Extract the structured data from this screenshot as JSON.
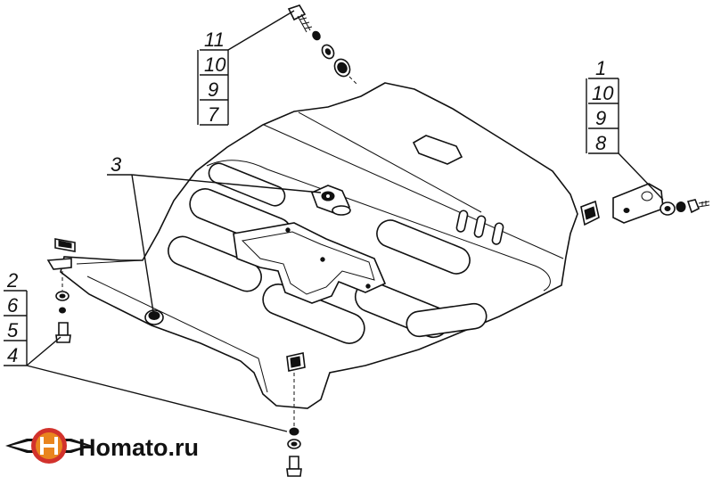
{
  "callouts": {
    "top_left": [
      "11",
      "10",
      "9",
      "7"
    ],
    "right": [
      "1",
      "10",
      "9",
      "8"
    ],
    "left": [
      "2",
      "6",
      "5",
      "4"
    ],
    "center": "3"
  },
  "logo": {
    "text": "Homato.ru",
    "colors": {
      "red": "#d2322c",
      "orange": "#e9851f",
      "dark": "#111111"
    }
  }
}
